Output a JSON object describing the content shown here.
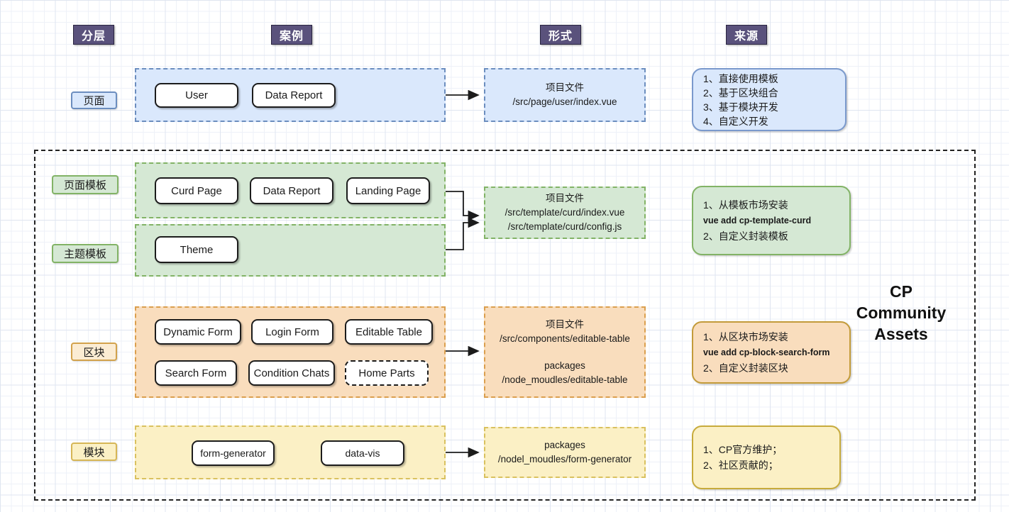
{
  "headers": {
    "layer": "分层",
    "example": "案例",
    "form": "形式",
    "source": "来源"
  },
  "community": {
    "line1": "CP",
    "line2": "Community",
    "line3": "Assets"
  },
  "rows": {
    "page": {
      "label": "页面",
      "items": {
        "user": "User",
        "data_report": "Data Report"
      },
      "form": {
        "line1": "项目文件",
        "line2": "/src/page/user/index.vue"
      },
      "source": {
        "line1": "1、直接使用模板",
        "line2": "2、基于区块组合",
        "line3": "3、基于模块开发",
        "line4": "4、自定义开发"
      }
    },
    "template": {
      "label_page": "页面模板",
      "label_theme": "主题模板",
      "items": {
        "curd_page": "Curd Page",
        "data_report": "Data Report",
        "landing_page": "Landing Page",
        "theme": "Theme"
      },
      "form": {
        "line1": "项目文件",
        "line2": "/src/template/curd/index.vue",
        "line3": "/src/template/curd/config.js"
      },
      "source": {
        "line1": "1、从模板市场安装",
        "line2": "vue add cp-template-curd",
        "line3": "2、自定义封装模板"
      }
    },
    "block": {
      "label": "区块",
      "items": {
        "dynamic_form": "Dynamic Form",
        "login_form": "Login Form",
        "editable_table": "Editable Table",
        "search_form": "Search Form",
        "condition_chats": "Condition Chats",
        "home_parts": "Home Parts"
      },
      "form": {
        "line1": "项目文件",
        "line2": "/src/components/editable-table",
        "line3": "packages",
        "line4": "/node_moudles/editable-table"
      },
      "source": {
        "line1": "1、从区块市场安装",
        "line2": "vue add cp-block-search-form",
        "line3": "2、自定义封装区块"
      }
    },
    "module": {
      "label": "模块",
      "items": {
        "form_generator": "form-generator",
        "data_vis": "data-vis"
      },
      "form": {
        "line1": "packages",
        "line2": "/nodel_moudles/form-generator"
      },
      "source": {
        "line1": "1、CP官方维护；",
        "line2": "2、社区贡献的；"
      }
    }
  },
  "colors": {
    "header_fill": "#5a527c",
    "blue_fill": "#dae8fc",
    "blue_border": "#6c8ebf",
    "green_fill": "#d5e8d4",
    "green_border": "#82b366",
    "orange_fill": "#f9ddbd",
    "orange_border": "#d79b00",
    "yellow_fill": "#fbf0c5",
    "yellow_border": "#d6b656",
    "connector": "#1b1b1b"
  }
}
